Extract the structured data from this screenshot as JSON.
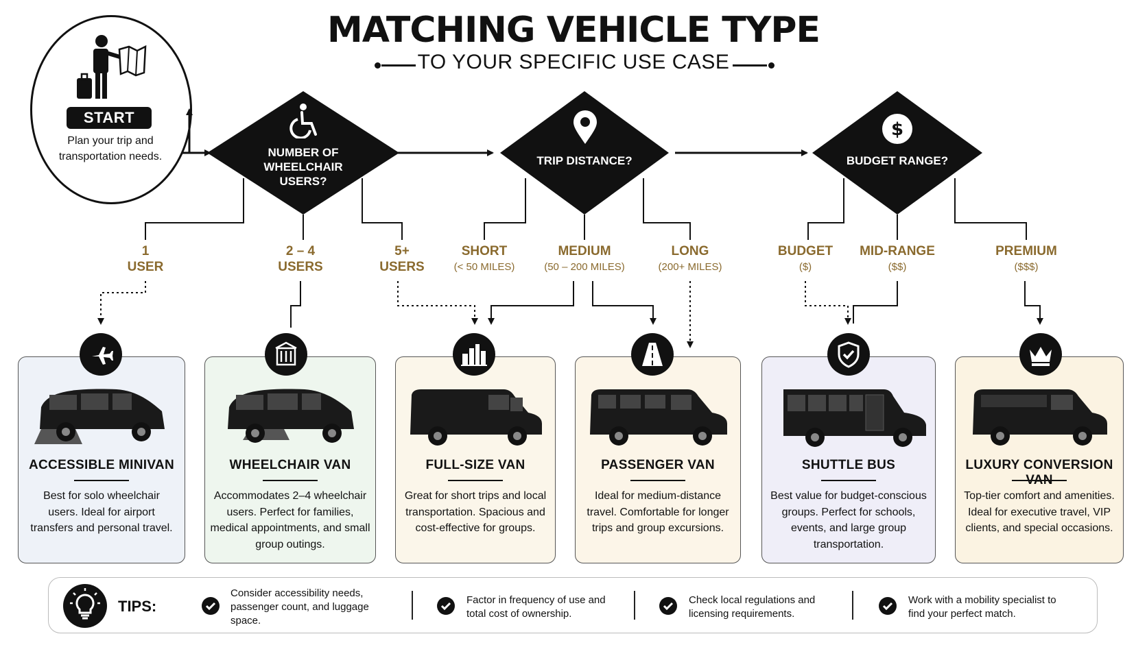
{
  "header": {
    "title": "MATCHING VEHICLE TYPE",
    "subtitle": "TO YOUR SPECIFIC USE CASE"
  },
  "start": {
    "label": "START",
    "text": "Plan your trip and transportation needs."
  },
  "decisions": [
    {
      "label": "NUMBER OF WHEELCHAIR USERS?",
      "icon": "wheelchair-icon"
    },
    {
      "label": "TRIP DISTANCE?",
      "icon": "location-pin-icon"
    },
    {
      "label": "BUDGET RANGE?",
      "icon": "dollar-icon"
    }
  ],
  "branches": [
    {
      "line1": "1",
      "line2": "USER"
    },
    {
      "line1": "2 – 4",
      "line2": "USERS"
    },
    {
      "line1": "5+",
      "line2": "USERS"
    },
    {
      "line1": "SHORT",
      "line2": "(< 50 MILES)"
    },
    {
      "line1": "MEDIUM",
      "line2": "(50 – 200 MILES)"
    },
    {
      "line1": "LONG",
      "line2": "(200+ MILES)"
    },
    {
      "line1": "BUDGET",
      "line2": "($)"
    },
    {
      "line1": "MID-RANGE",
      "line2": "($$)"
    },
    {
      "line1": "PREMIUM",
      "line2": "($$$)"
    }
  ],
  "vehicles": [
    {
      "title": "ACCESSIBLE MINIVAN",
      "desc": "Best for solo wheelchair users. Ideal for airport transfers and personal travel.",
      "icon": "airplane-icon",
      "bg": "#eef2f8"
    },
    {
      "title": "WHEELCHAIR VAN",
      "desc": "Accommodates 2–4 wheelchair users. Perfect for families, medical appointments, and small group outings.",
      "icon": "building-icon",
      "bg": "#eef6ee"
    },
    {
      "title": "FULL-SIZE VAN",
      "desc": "Great for short trips and local transportation. Spacious and cost-effective for groups.",
      "icon": "city-icon",
      "bg": "#fbf6ea"
    },
    {
      "title": "PASSENGER VAN",
      "desc": "Ideal for medium-distance travel. Comfortable for longer trips and group excursions.",
      "icon": "road-icon",
      "bg": "#fcf5e8"
    },
    {
      "title": "SHUTTLE BUS",
      "desc": "Best value for budget-conscious groups. Perfect for schools, events, and large group transportation.",
      "icon": "shield-check-icon",
      "bg": "#efeef8"
    },
    {
      "title": "LUXURY CONVERSION VAN",
      "desc": "Top-tier comfort and amenities. Ideal for executive travel, VIP clients, and special occasions.",
      "icon": "crown-icon",
      "bg": "#fbf3e2"
    }
  ],
  "tips": {
    "label": "TIPS:",
    "icon": "lightbulb-icon",
    "items": [
      "Consider accessibility needs, passenger count, and luggage space.",
      "Factor in frequency of use and total cost of ownership.",
      "Check local regulations and licensing requirements.",
      "Work with a mobility specialist to find your perfect match."
    ]
  }
}
